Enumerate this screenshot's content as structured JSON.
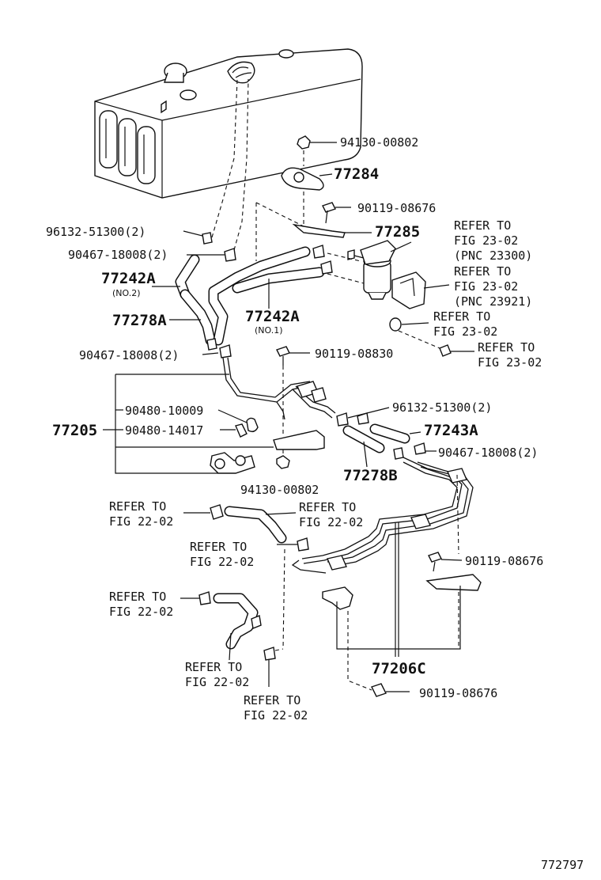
{
  "parts": {
    "p94130_00802_top": "94130-00802",
    "p77284": "77284",
    "p90119_08676_a": "90119-08676",
    "p96132_51300_a": "96132-51300(2)",
    "p77285": "77285",
    "p90467_18008_a": "90467-18008(2)",
    "p77242A_a": "77242A",
    "p77242A_a_sub": "(NO.2)",
    "p77278A": "77278A",
    "p77242A_b": "77242A",
    "p77242A_b_sub": "(NO.1)",
    "p90467_18008_b": "90467-18008(2)",
    "p90119_08830": "90119-08830",
    "p96132_51300_b": "96132-51300(2)",
    "p90480_10009": "90480-10009",
    "p77205": "77205",
    "p90480_14017": "90480-14017",
    "p77243A": "77243A",
    "p90467_18008_c": "90467-18008(2)",
    "p77278B": "77278B",
    "p94130_00802_bot": "94130-00802",
    "p90119_08676_b": "90119-08676",
    "p77206C": "77206C",
    "p90119_08676_c": "90119-08676"
  },
  "refs": {
    "r1_l1": "REFER TO",
    "r1_l2": "FIG 23-02",
    "r1_l3": "(PNC 23300)",
    "r2_l1": "REFER TO",
    "r2_l2": "FIG 23-02",
    "r2_l3": "(PNC 23921)",
    "r3_l1": "REFER TO",
    "r3_l2": "FIG 23-02",
    "r4_l1": "REFER TO",
    "r4_l2": "FIG 23-02",
    "r5_l1": "REFER TO",
    "r5_l2": "FIG 22-02",
    "r6_l1": "REFER TO",
    "r6_l2": "FIG 22-02",
    "r7_l1": "REFER TO",
    "r7_l2": "FIG 22-02",
    "r8_l1": "REFER TO",
    "r8_l2": "FIG 22-02",
    "r9_l1": "REFER TO",
    "r9_l2": "FIG 22-02",
    "r10_l1": "REFER TO",
    "r10_l2": "FIG 22-02"
  },
  "figure_id": "772797"
}
